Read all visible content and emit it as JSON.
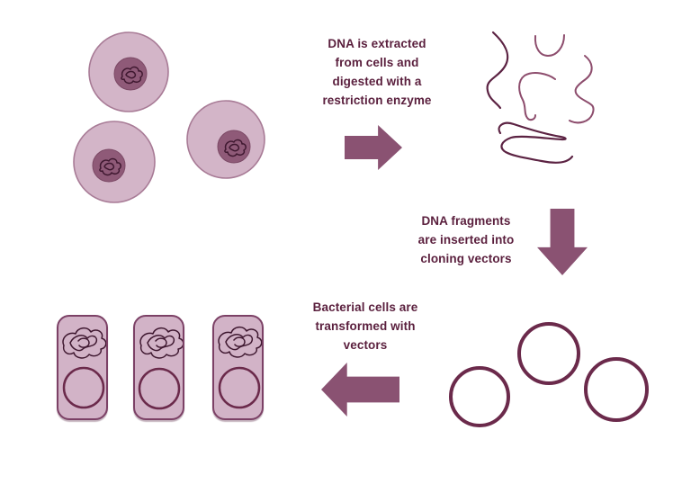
{
  "diagram": {
    "type": "process-flow",
    "subject": "DNA cloning into vectors and bacterial transformation",
    "captions": {
      "extract": {
        "text": "DNA is extracted from cells and digested with a restriction enzyme",
        "lines": [
          "DNA is extracted",
          "from cells and",
          "digested with a",
          "restriction enzyme"
        ]
      },
      "insert": {
        "text": "DNA fragments are inserted into cloning vectors",
        "lines": [
          "DNA fragments",
          "are inserted into",
          "cloning vectors"
        ]
      },
      "transform": {
        "text": "Bacterial cells are transformed with vectors",
        "lines": [
          "Bacterial cells are",
          "transformed with",
          "vectors"
        ]
      }
    },
    "icons": {
      "arrow_right": "right-block-arrow",
      "arrow_down": "down-block-arrow",
      "arrow_left": "left-block-arrow"
    },
    "elements": {
      "cells_count": 3,
      "dna_fragments_count": 5,
      "plasmid_vectors_count": 3,
      "bacteria_count": 3
    },
    "colors": {
      "background": "#ffffff",
      "caption_text": "#5a1f3d",
      "arrow": "#8a5272",
      "cell_fill": "#d3b5c8",
      "cell_border": "#a87b96",
      "nucleus_fill": "#8f5a78",
      "nucleus_border": "#7c4a66",
      "dna_scribble": "#3f1830",
      "fragment_dark": "#5c2343",
      "fragment_light": "#8d4d6d",
      "plasmid_ring": "#6b2a4b",
      "bacterium_fill": "#d2b3c7",
      "bacterium_border": "#7c4166"
    }
  }
}
